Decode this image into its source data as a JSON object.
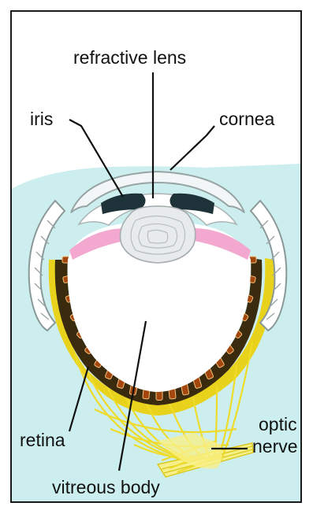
{
  "labels": {
    "refractive_lens": "refractive lens",
    "iris": "iris",
    "cornea": "cornea",
    "retina": "retina",
    "optic_nerve_line1": "optic",
    "optic_nerve_line2": "nerve",
    "vitreous_body": "vitreous body"
  },
  "colors": {
    "background_tissue": "#cdeeee",
    "panel_background": "#ffffff",
    "border": "#1a1a1a",
    "cornea": "#f2f6f6",
    "iris": "#1d3339",
    "lens": "#e8ebec",
    "ciliary_pink": "#f2a8cf",
    "retina_yellow": "#e9d21c",
    "nerve_yellow": "#f7f08a",
    "photoreceptor_brown": "#a3470f",
    "leader_line": "#111111"
  }
}
